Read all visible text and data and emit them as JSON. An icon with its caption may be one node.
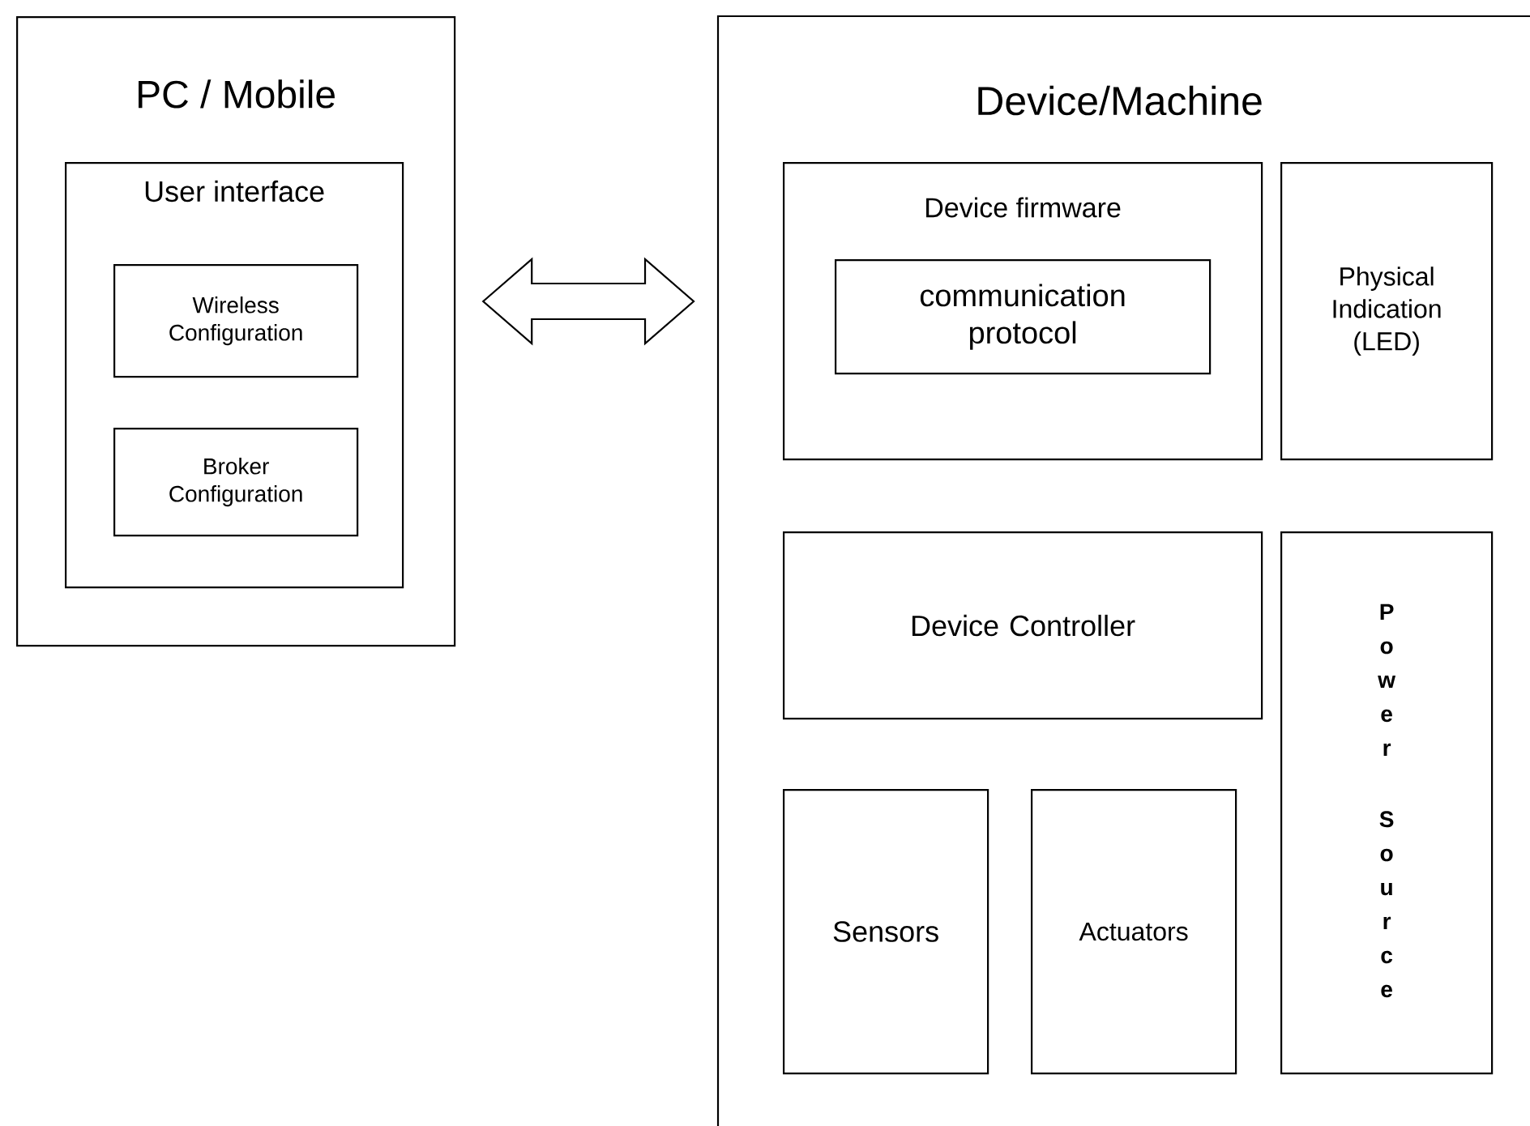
{
  "diagram": {
    "nodes": [
      {
        "text": [
          "PC / Mobile"
        ]
      },
      {
        "text": [
          "User interface"
        ],
        "in": 0
      },
      {
        "text": [
          "Wireless Configuration"
        ],
        "in": 1
      },
      {
        "text": [
          "Broker Configuration"
        ],
        "in": 1
      },
      {
        "text": [
          "Device/Machine"
        ]
      },
      {
        "text": [
          "Device firmware"
        ],
        "in": 4
      },
      {
        "text": [
          "communication protocol"
        ],
        "in": 5
      },
      {
        "text": [
          "Physical Indication (LED)"
        ],
        "in": 4
      },
      {
        "text": [
          "Device Controller"
        ],
        "in": 4
      },
      {
        "text": [
          "Power Source"
        ],
        "in": 4
      },
      {
        "text": [
          "Sensors"
        ],
        "in": 4
      },
      {
        "text": [
          "Actuators"
        ],
        "in": 4
      }
    ],
    "edges": [
      {
        "from": 0,
        "to": 4,
        "arrow": "both"
      }
    ]
  }
}
